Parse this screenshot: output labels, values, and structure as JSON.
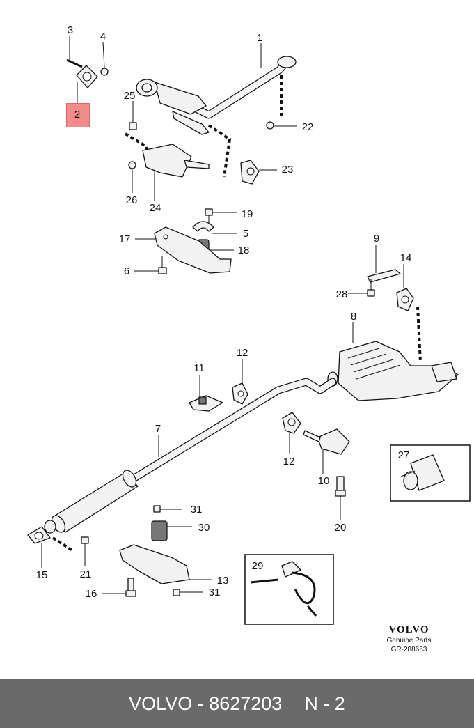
{
  "callouts": {
    "n1": "1",
    "n2": "2",
    "n3": "3",
    "n4": "4",
    "n5": "5",
    "n6": "6",
    "n7": "7",
    "n8": "8",
    "n9": "9",
    "n10": "10",
    "n11": "11",
    "n12a": "12",
    "n12b": "12",
    "n13": "13",
    "n14": "14",
    "n15": "15",
    "n16": "16",
    "n17": "17",
    "n18": "18",
    "n19": "19",
    "n20": "20",
    "n21": "21",
    "n22": "22",
    "n23": "23",
    "n24": "24",
    "n25": "25",
    "n26": "26",
    "n27": "27",
    "n28": "28",
    "n29": "29",
    "n30": "30",
    "n31a": "31",
    "n31b": "31"
  },
  "highlight": {
    "label": "2",
    "color": "#f28b8b"
  },
  "logo": {
    "brand": "VOLVO",
    "subtitle": "Genuine Parts",
    "code": "GR-288663"
  },
  "footer": {
    "part_ref": "VOLVO - 8627203",
    "position": "N - 2",
    "background": "#6a6a6a"
  }
}
